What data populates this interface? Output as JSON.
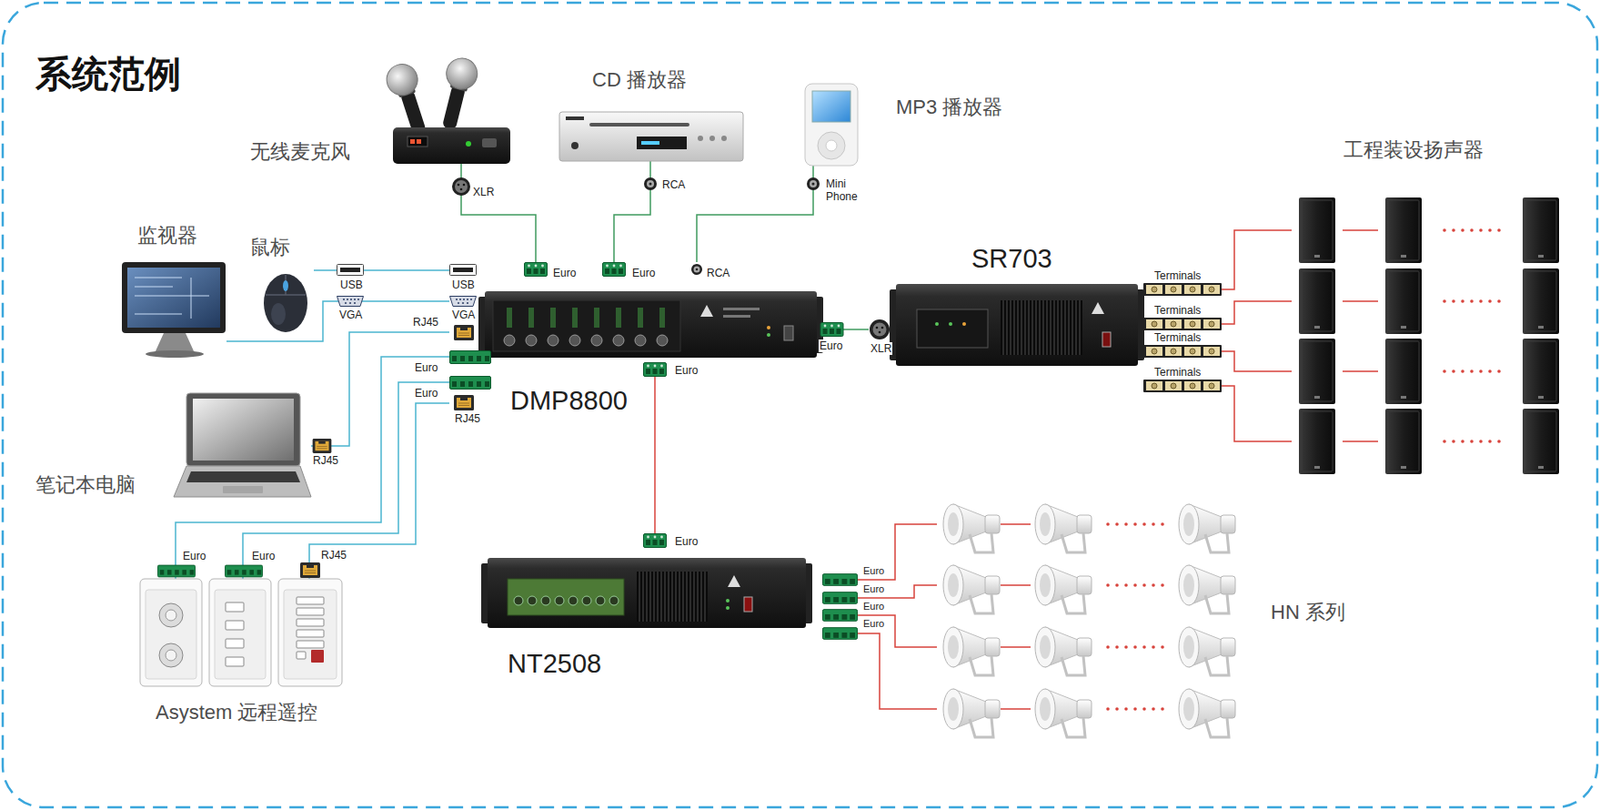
{
  "diagram": {
    "title": "系统范例",
    "nodes": [
      {
        "text": [
          "无线麦克风"
        ]
      },
      {
        "text": [
          "CD 播放器"
        ]
      },
      {
        "text": [
          "MP3 播放器"
        ]
      },
      {
        "text": [
          "工程装设扬声器"
        ]
      },
      {
        "text": [
          "监视器"
        ]
      },
      {
        "text": [
          "鼠标"
        ]
      },
      {
        "text": [
          "DMP8800"
        ]
      },
      {
        "text": [
          "SR703"
        ]
      },
      {
        "text": [
          "笔记本电脑"
        ]
      },
      {
        "text": [
          "NT2508"
        ]
      },
      {
        "text": [
          "HN 系列"
        ]
      },
      {
        "text": [
          "Asystem 远程遥控"
        ]
      }
    ],
    "edges": [
      {
        "from": 0,
        "to": 6,
        "arrow": "none"
      },
      {
        "from": 1,
        "to": 6,
        "arrow": "none"
      },
      {
        "from": 2,
        "to": 6,
        "arrow": "none"
      },
      {
        "from": 4,
        "to": 6,
        "arrow": "none"
      },
      {
        "from": 5,
        "to": 6,
        "arrow": "none"
      },
      {
        "from": 8,
        "to": 6,
        "arrow": "none"
      },
      {
        "from": 11,
        "to": 6,
        "arrow": "none"
      },
      {
        "from": 11,
        "to": 6,
        "arrow": "none"
      },
      {
        "from": 11,
        "to": 6,
        "arrow": "none"
      },
      {
        "from": 6,
        "to": 7,
        "arrow": "none"
      },
      {
        "from": 6,
        "to": 9,
        "arrow": "none"
      },
      {
        "from": 7,
        "to": 3,
        "arrow": "none"
      },
      {
        "from": 7,
        "to": 3,
        "arrow": "none"
      },
      {
        "from": 7,
        "to": 3,
        "arrow": "none"
      },
      {
        "from": 7,
        "to": 3,
        "arrow": "none"
      },
      {
        "from": 9,
        "to": 10,
        "arrow": "none"
      },
      {
        "from": 9,
        "to": 10,
        "arrow": "none"
      },
      {
        "from": 9,
        "to": 10,
        "arrow": "none"
      },
      {
        "from": 9,
        "to": 10,
        "arrow": "none"
      }
    ],
    "labels": [
      "XLR",
      "RCA",
      "Mini Phone",
      "Euro",
      "Euro",
      "RCA",
      "USB",
      "USB",
      "VGA",
      "VGA",
      "RJ45",
      "Euro",
      "Euro",
      "RJ45",
      "Euro",
      "XLR",
      "Terminals",
      "Terminals",
      "Terminals",
      "Terminals",
      "Euro",
      "Euro",
      "Euro",
      "Euro",
      "Euro",
      "Euro",
      "RJ45",
      "Euro",
      "Euro",
      "RJ45"
    ]
  }
}
